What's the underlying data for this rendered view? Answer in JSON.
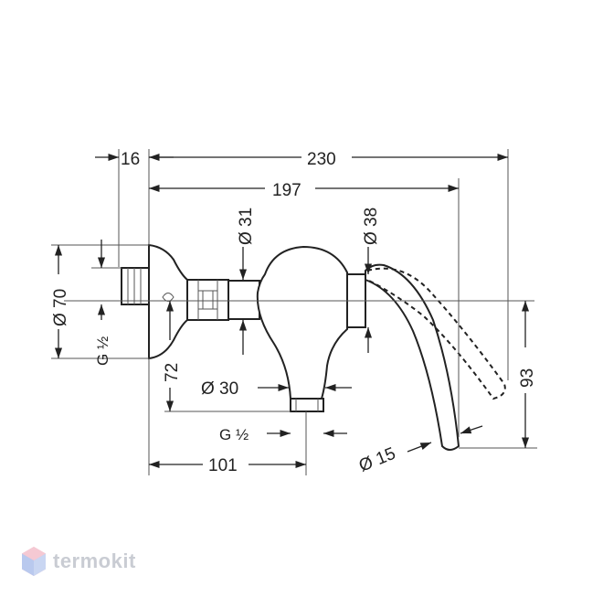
{
  "dimensions": {
    "d16": "16",
    "d230": "230",
    "d197": "197",
    "d31": "Ø 31",
    "d38": "Ø 38",
    "d70": "Ø 70",
    "g_left": "G ½",
    "d72": "72",
    "d30": "Ø 30",
    "g_bottom": "G ½",
    "d101": "101",
    "d15": "Ø 15",
    "d93": "93"
  },
  "watermark": {
    "brand": "termokit",
    "logo_icon": "hexagon-logo-icon"
  },
  "colors": {
    "line": "#222222",
    "watermark": "#c9ccd3"
  }
}
